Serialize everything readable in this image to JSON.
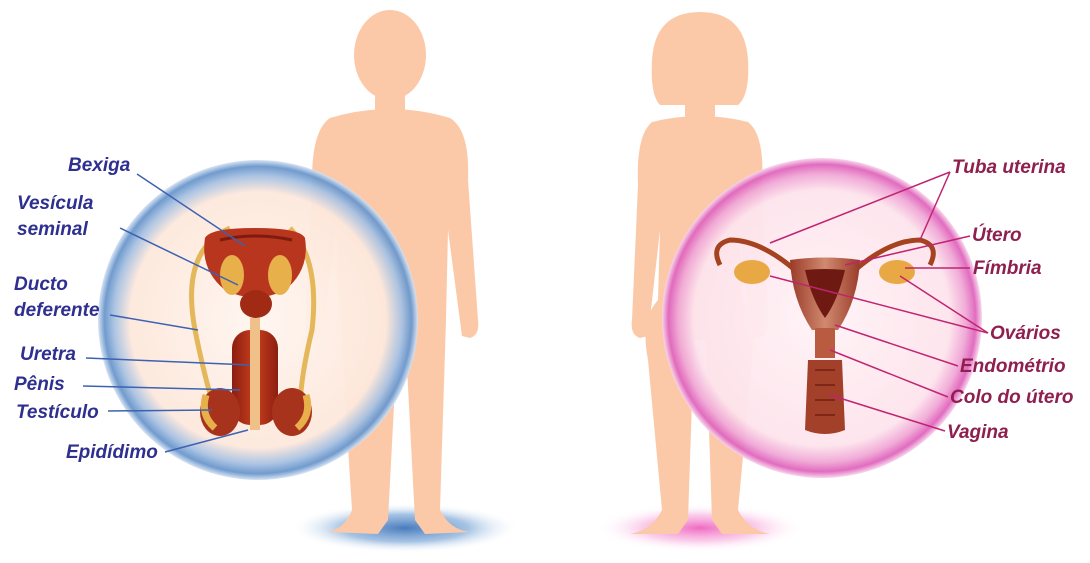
{
  "male": {
    "labels": {
      "bladder": "Bexiga",
      "seminal_1": "Vesícula",
      "seminal_2": "seminal",
      "duct_1": "Ducto",
      "duct_2": "deferente",
      "urethra": "Uretra",
      "penis": "Pênis",
      "testicle": "Testículo",
      "epididymis": "Epidídimo"
    }
  },
  "female": {
    "labels": {
      "tube": "Tuba uterina",
      "uterus": "Útero",
      "fimbria": "Fímbria",
      "ovaries": "Ovários",
      "endometrium": "Endométrio",
      "cervix": "Colo do útero",
      "vagina": "Vagina"
    }
  },
  "colors": {
    "male_label": "#2e2f8f",
    "female_label": "#8e1f4f",
    "skin": "#fbc9a8",
    "male_ring": "#6d98cc",
    "female_ring": "#e46bc1"
  }
}
